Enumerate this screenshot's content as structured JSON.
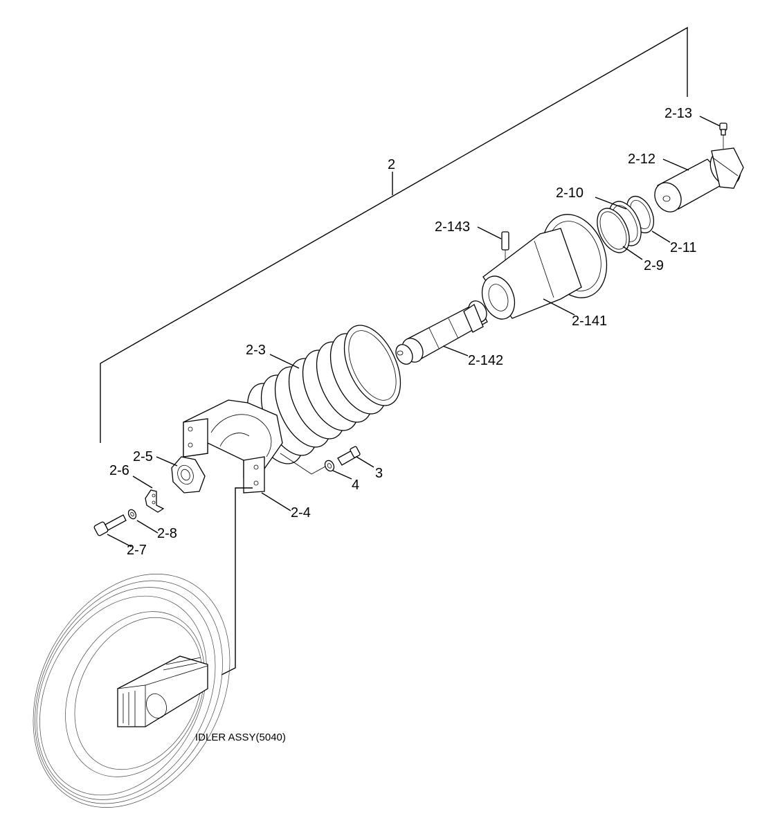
{
  "labels": {
    "assy": "2",
    "grease_nipple": "2-13",
    "cylinder": "2-12",
    "ring_a": "2-10",
    "ring_b": "2-11",
    "ring_c": "2-9",
    "pin": "2-143",
    "bracket_cone": "2-141",
    "rod": "2-142",
    "spring": "2-3",
    "yoke": "2-4",
    "nut": "2-5",
    "stopper": "2-6",
    "bolt_small": "2-7",
    "washer_small": "2-8",
    "bolt": "3",
    "washer": "4"
  },
  "idler": {
    "label": "IDLER ASSY(5040)"
  }
}
